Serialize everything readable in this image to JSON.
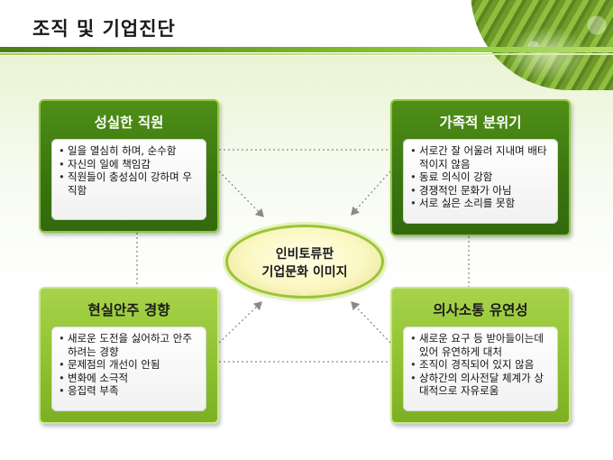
{
  "slide": {
    "title": "조직 및 기업진단"
  },
  "center": {
    "line1": "인비토류판",
    "line2": "기업문화 이미지"
  },
  "cards": {
    "top_left": {
      "title": "성실한 직원",
      "items": [
        "일을 열심히 하며, 순수함",
        "자신의 일에 책임감",
        "직원들이 충성심이 강하며 우직함"
      ]
    },
    "top_right": {
      "title": "가족적 분위기",
      "items": [
        "서로간 잘 어울려 지내며 배타적이지 않음",
        "동료 의식이 강함",
        "경쟁적인 문화가 아님",
        "서로 싫은 소리를 못함"
      ]
    },
    "bottom_left": {
      "title": "현실안주 경향",
      "items": [
        "새로운 도전을 싫어하고 안주하려는 경향",
        "문제점의 개선이 안됨",
        "변화에 소극적",
        "응집력 부족"
      ]
    },
    "bottom_right": {
      "title": "의사소통 유연성",
      "items": [
        "새로운 요구 등 받아들이는데 있어 유연하게 대처",
        "조직이 경직되어 있지 않음",
        "상하간의 의사전달 체계가 상대적으로 자유로움"
      ]
    }
  },
  "colors": {
    "dark_green": "#3a7410",
    "light_green": "#8dc02f",
    "connector": "#8a8a8a"
  }
}
